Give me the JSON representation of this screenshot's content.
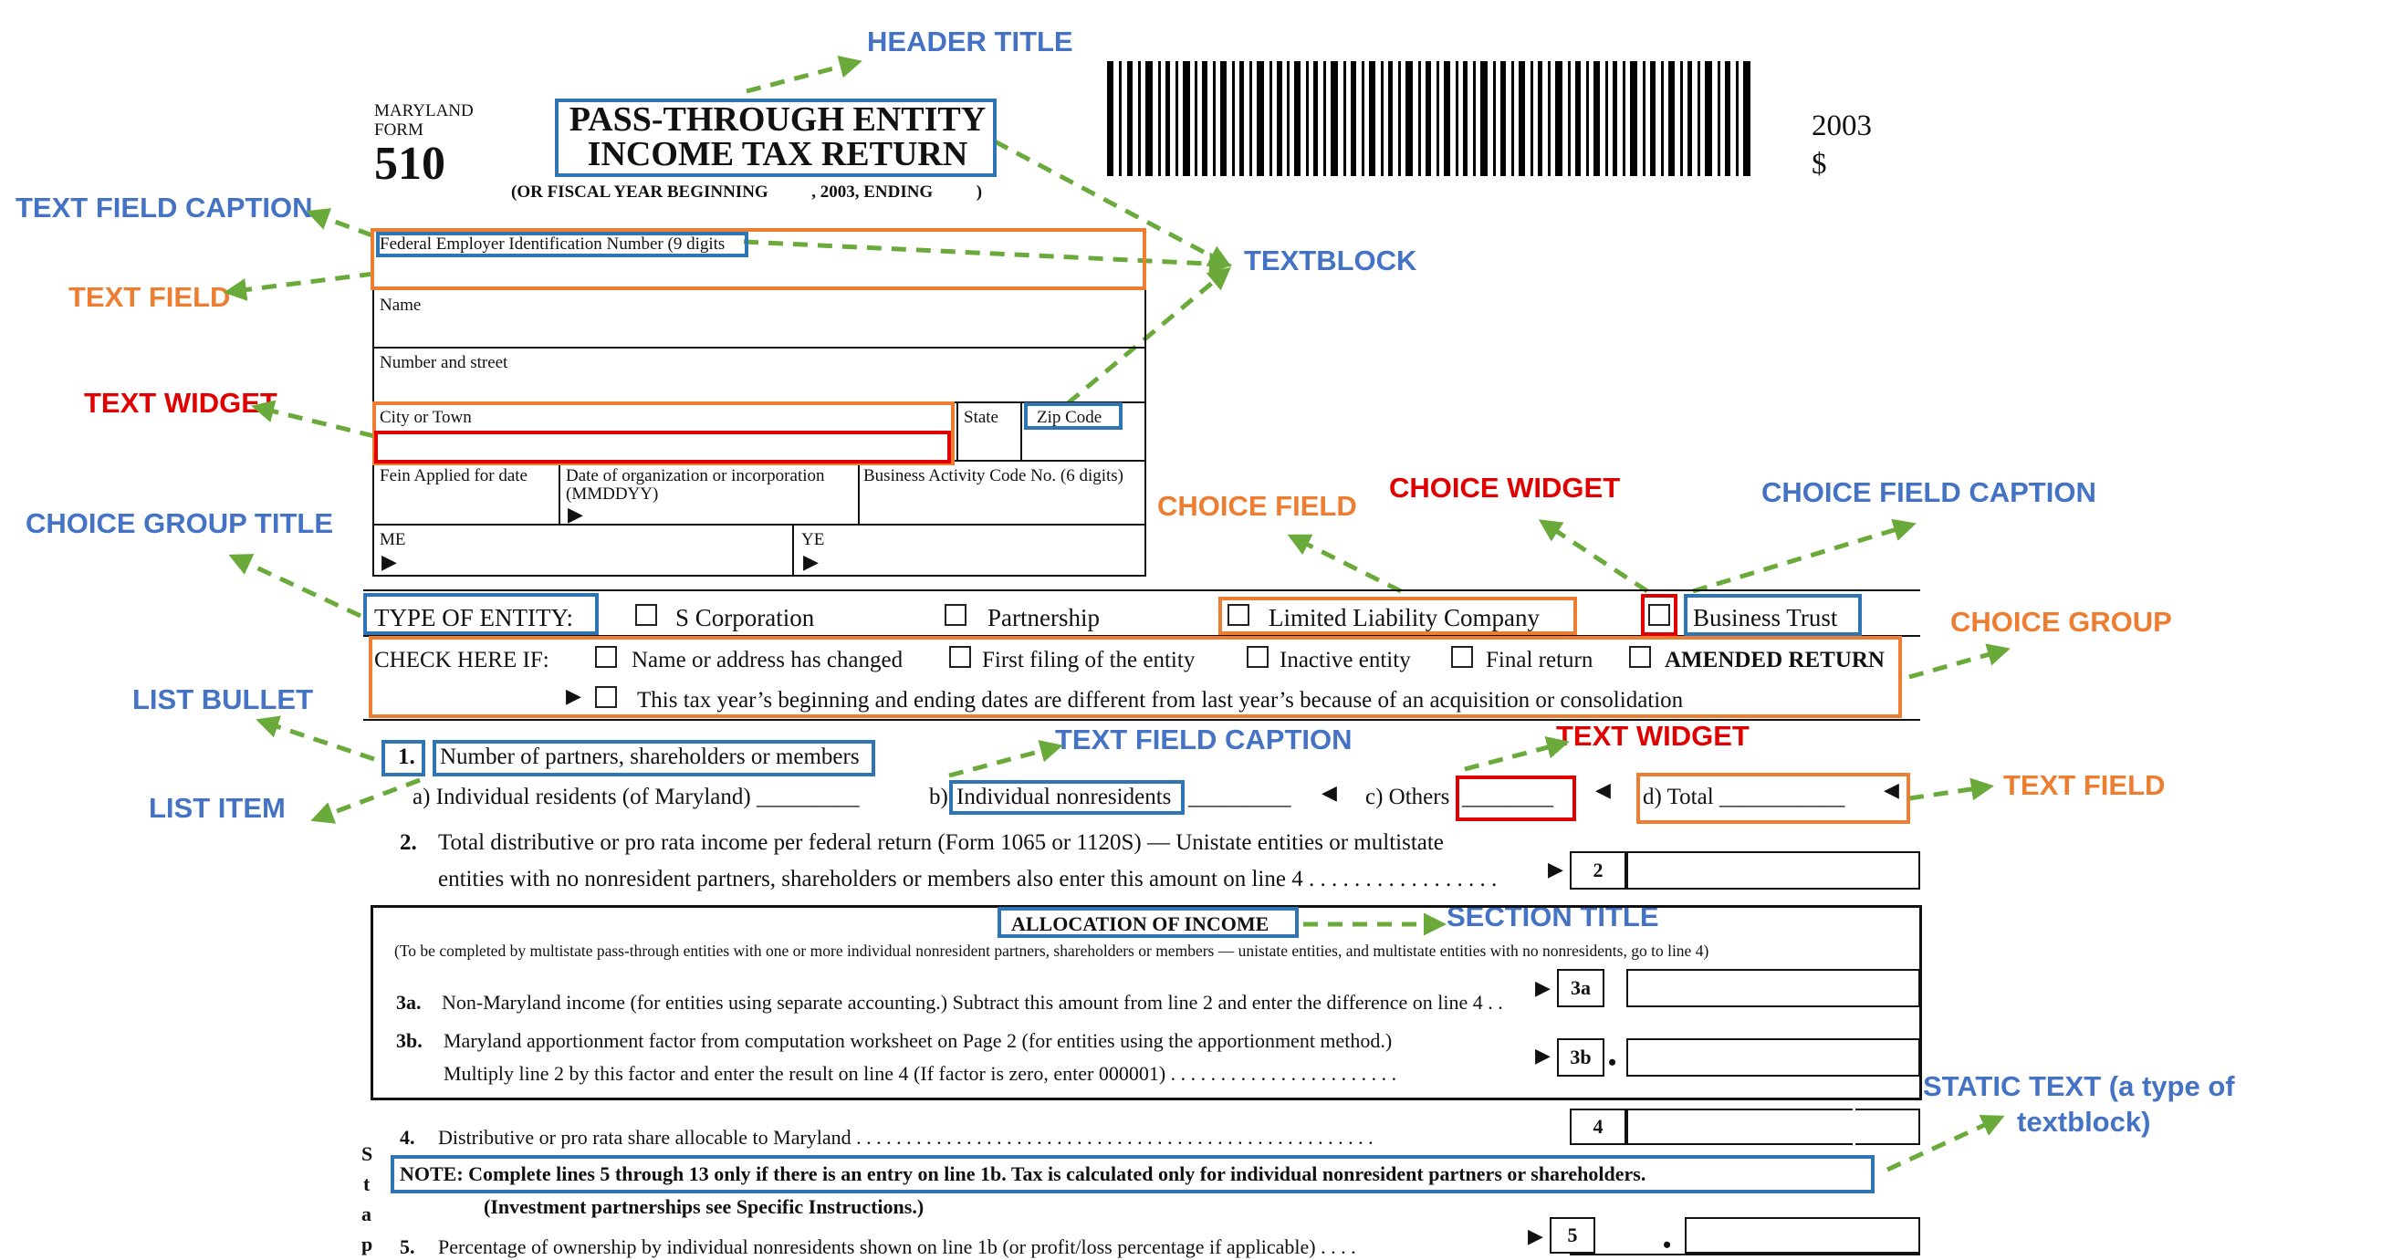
{
  "annotations": {
    "header_title": "HEADER TITLE",
    "text_field_caption_1": "TEXT FIELD CAPTION",
    "text_field_1": "TEXT FIELD",
    "text_widget_1": "TEXT WIDGET",
    "textblock": "TEXTBLOCK",
    "choice_group_title": "CHOICE GROUP TITLE",
    "choice_field": "CHOICE FIELD",
    "choice_widget": "CHOICE WIDGET",
    "choice_field_caption": "CHOICE FIELD CAPTION",
    "choice_group": "CHOICE GROUP",
    "list_bullet": "LIST BULLET",
    "list_item": "LIST ITEM",
    "text_field_caption_2": "TEXT FIELD CAPTION",
    "text_widget_2": "TEXT WIDGET",
    "text_field_2": "TEXT FIELD",
    "section_title": "SECTION TITLE",
    "static_text_1": "STATIC TEXT (a type of",
    "static_text_2": "textblock)"
  },
  "form": {
    "state": "MARYLAND",
    "form_word": "FORM",
    "form_number": "510",
    "title_line1": "PASS-THROUGH ENTITY",
    "title_line2": "INCOME TAX RETURN",
    "fiscal_year": "(OR FISCAL YEAR BEGINNING          , 2003, ENDING          )",
    "year": "2003",
    "dollar": "$",
    "fein_label": "Federal Employer Identification Number (9 digits",
    "name_label": "Name",
    "street_label": "Number and street",
    "city_label": "City or Town",
    "state_label": "State",
    "zip_label": "Zip Code",
    "fein_applied_label": "Fein Applied for date",
    "org_date_label": "Date of organization or incorporation",
    "org_date_format": "(MMDDYY)",
    "business_code_label": "Business Activity Code No. (6 digits)",
    "me_label": "ME",
    "ye_label": "YE",
    "arrow": "▶",
    "arrow_left": "◀"
  },
  "entity": {
    "title": "TYPE OF ENTITY:",
    "options": [
      "S Corporation",
      "Partnership",
      "Limited Liability Company",
      "Business Trust"
    ]
  },
  "check": {
    "title": "CHECK HERE IF:",
    "options": [
      "Name or address has changed",
      "First filing of the entity",
      "Inactive entity",
      "Final return",
      "AMENDED RETURN"
    ],
    "acquisition": "This tax year’s beginning and ending dates are different from last year’s because of an acquisition or consolidation"
  },
  "lines": {
    "l1_num": "1.",
    "l1_text": "Number of partners, shareholders or members",
    "l1a": "a)  Individual residents (of Maryland) _________",
    "l1b_prefix": "b)",
    "l1b": "Individual nonresidents",
    "l1b_blank": "_________",
    "l1c": "c)  Others",
    "l1c_blank": "________",
    "l1d": "d)  Total ___________",
    "l2_num": "2.",
    "l2_text1": "Total distributive or pro rata income per federal return (Form 1065 or 1120S) — Unistate entities or multistate",
    "l2_text2": "entities with no nonresident partners, shareholders or members also enter this amount on line 4 . . . . . . . . . . . . . . . . .",
    "l2_box": "2",
    "alloc_title": "ALLOCATION OF INCOME",
    "alloc_note": "(To be completed by multistate pass-through entities with one or more individual nonresident partners, shareholders or members — unistate entities, and multistate entities with no nonresidents, go to line 4)",
    "l3a_num": "3a.",
    "l3a_text": "Non-Maryland income (for entities using separate accounting.) Subtract this amount from line 2 and enter the difference on line 4 . .",
    "l3a_box": "3a",
    "l3b_num": "3b.",
    "l3b_text1": "Maryland apportionment factor from computation worksheet on Page 2 (for entities using the apportionment method.)",
    "l3b_text2": "Multiply line 2 by this factor and enter the result on line 4 (If factor is zero, enter 000001)  . . . . . . . . . . . . . . . . . . . . . . .",
    "l3b_box": "3b",
    "dot": "•",
    "l4_num": "4.",
    "l4_text": "Distributive or pro rata share allocable to Maryland  . . . . . . . . . . . . . . . . . . . . . . . . . . . . . . . . . . . . . . . . . . . . . . . . . . . .",
    "l4_box": "4",
    "note_text": "NOTE:  Complete lines 5 through 13 only if there is an entry on line 1b. Tax is calculated only for individual nonresident partners or shareholders.",
    "note_sub": "(Investment partnerships see Specific Instructions.)",
    "l5_num": "5.",
    "l5_text": "Percentage of ownership by individual nonresidents shown on line 1b (or profit/loss percentage if applicable) . . . .",
    "l5_box": "5",
    "side_letters": [
      "S",
      "t",
      "a",
      "p"
    ]
  }
}
